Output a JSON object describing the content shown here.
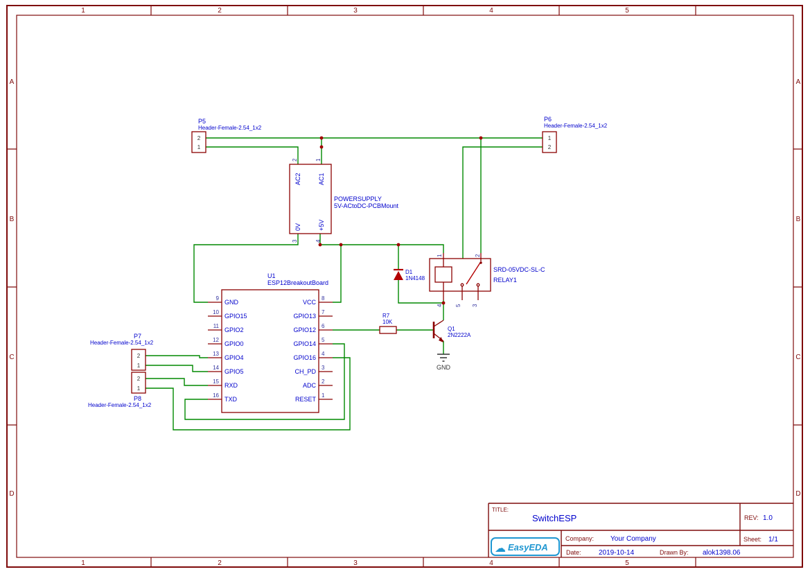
{
  "colors": {
    "background": "#ffffff",
    "frame": "#7E0A0A",
    "symbol": "#8B0000",
    "wire": "#008800",
    "label": "#0000CC",
    "pin_number": "#33339F",
    "junction": "#A00000",
    "dark_text": "#333333",
    "diode_fill": "#B30000",
    "logo_blue": "#1E96D1"
  },
  "zones": {
    "columns": [
      "1",
      "2",
      "3",
      "4",
      "5"
    ],
    "rows": [
      "A",
      "B",
      "C",
      "D"
    ]
  },
  "components": {
    "p5": {
      "ref": "P5",
      "value": "Header-Female-2.54_1x2",
      "pin_top": "2",
      "pin_bottom": "1"
    },
    "p6": {
      "ref": "P6",
      "value": "Header-Female-2.54_1x2",
      "pin_top": "1",
      "pin_bottom": "2"
    },
    "p7": {
      "ref": "P7",
      "value": "Header-Female-2.54_1x2",
      "pin_top": "2",
      "pin_bottom": "1"
    },
    "p8": {
      "ref": "P8",
      "value": "Header-Female-2.54_1x2",
      "pin_top": "2",
      "pin_bottom": "1"
    },
    "powersupply": {
      "ref": "POWERSUPPLY",
      "value": "5V-ACtoDC-PCBMount",
      "pins": [
        {
          "num": "2",
          "name": "AC2"
        },
        {
          "num": "1",
          "name": "AC1"
        },
        {
          "num": "3",
          "name": "0V"
        },
        {
          "num": "4",
          "name": "+5V"
        }
      ]
    },
    "u1": {
      "ref": "U1",
      "value": "ESP12BreakoutBoard",
      "left_pins": [
        {
          "num": "9",
          "name": "GND"
        },
        {
          "num": "10",
          "name": "GPIO15"
        },
        {
          "num": "11",
          "name": "GPIO2"
        },
        {
          "num": "12",
          "name": "GPIO0"
        },
        {
          "num": "13",
          "name": "GPIO4"
        },
        {
          "num": "14",
          "name": "GPIO5"
        },
        {
          "num": "15",
          "name": "RXD"
        },
        {
          "num": "16",
          "name": "TXD"
        }
      ],
      "right_pins": [
        {
          "num": "8",
          "name": "VCC"
        },
        {
          "num": "7",
          "name": "GPIO13"
        },
        {
          "num": "6",
          "name": "GPIO12"
        },
        {
          "num": "5",
          "name": "GPIO14"
        },
        {
          "num": "4",
          "name": "GPIO16"
        },
        {
          "num": "3",
          "name": "CH_PD"
        },
        {
          "num": "2",
          "name": "ADC"
        },
        {
          "num": "1",
          "name": "RESET"
        }
      ]
    },
    "d1": {
      "ref": "D1",
      "value": "1N4148"
    },
    "r7": {
      "ref": "R7",
      "value": "10K"
    },
    "q1": {
      "ref": "Q1",
      "value": "2N2222A"
    },
    "relay1": {
      "ref": "RELAY1",
      "value": "SRD-05VDC-SL-C",
      "pin_top_1": "1",
      "pin_top_2": "2",
      "pin_bottom_1": "4",
      "pin_bottom_2": "5",
      "pin_bottom_3": "3"
    },
    "gnd_net": {
      "label": "GND"
    }
  },
  "title_block": {
    "title_label": "TITLE:",
    "title": "SwitchESP",
    "rev_label": "REV:",
    "rev": "1.0",
    "company_label": "Company:",
    "company": "Your Company",
    "sheet_label": "Sheet:",
    "sheet": "1/1",
    "date_label": "Date:",
    "date": "2019-10-14",
    "drawn_by_label": "Drawn By:",
    "drawn_by": "alok1398.06",
    "logo_text": "EasyEDA"
  }
}
